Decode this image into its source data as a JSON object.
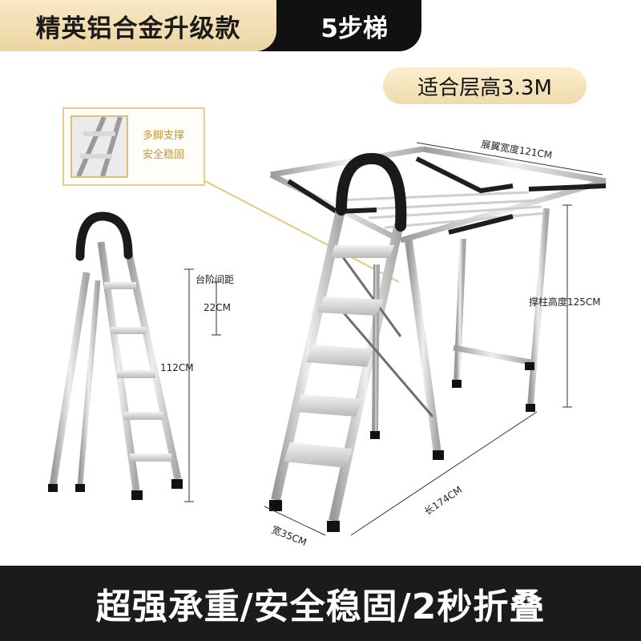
{
  "header": {
    "product_title": "精英铝合金升级款",
    "step_badge": "5步梯"
  },
  "ceiling_badge": "适合层高3.3M",
  "callout": {
    "line1": "多脚支撑",
    "line2": "安全稳固"
  },
  "dimensions": {
    "wing_width": "展翼宽度121CM",
    "pole_height": "撑柱高度125CM",
    "step_spacing_label": "台阶间距",
    "step_spacing_value": "22CM",
    "ladder_height": "112CM",
    "length": "长174CM",
    "width": "宽35CM"
  },
  "footer": {
    "slogan": "超强承重/安全稳固/2秒折叠"
  },
  "colors": {
    "gold": "#ecd5a2",
    "dark": "#111111",
    "aluminum": "#c9c9c9"
  }
}
